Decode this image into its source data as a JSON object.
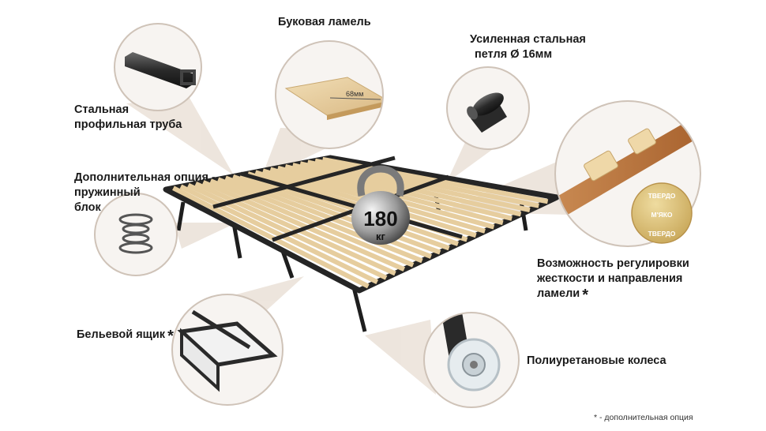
{
  "labels": {
    "beech_slat": "Буковая ламель",
    "steel_loop": [
      "Усиленная стальная",
      "петля  Ø 16мм"
    ],
    "steel_tube": [
      "Стальная",
      "профильная труба"
    ],
    "spring_option": [
      "Дополнительная опция -",
      "пружинный",
      "блок"
    ],
    "adjust": [
      "Возможность регулировки",
      "жесткости и направления",
      "ламели"
    ],
    "laundry_box": "Бельевой ящик",
    "wheels": "Полиуретановые колеса",
    "asterisk": "*"
  },
  "slat_width": "68мм",
  "kettlebell": {
    "value": "180",
    "unit": "кг"
  },
  "stiffness": {
    "hard": "ТВЕРДО",
    "soft": "М'ЯКО"
  },
  "footnote": {
    "star": "*",
    "text": " - дополнительная опция"
  },
  "colors": {
    "wood": "#e6cd9e",
    "frame": "#2b2b2b",
    "callout_cone": "#e8ddd3"
  }
}
